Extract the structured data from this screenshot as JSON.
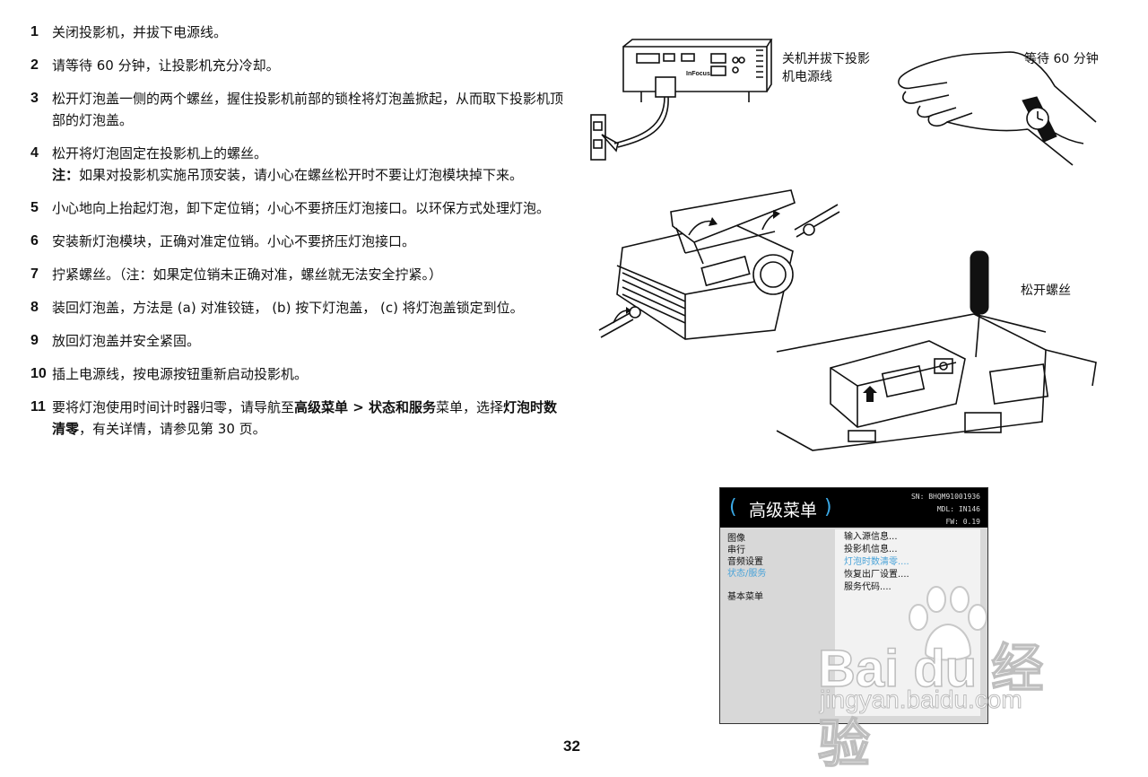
{
  "steps": [
    {
      "num": "1",
      "text": "关闭投影机，并拔下电源线。"
    },
    {
      "num": "2",
      "text": "请等待 60 分钟，让投影机充分冷却。"
    },
    {
      "num": "3",
      "text": "松开灯泡盖一侧的两个螺丝，握住投影机前部的锁栓将灯泡盖掀起，从而取下投影机顶部的灯泡盖。"
    },
    {
      "num": "4",
      "text": "松开将灯泡固定在投影机上的螺丝。",
      "note_label": "注：",
      "note": "如果对投影机实施吊顶安装，请小心在螺丝松开时不要让灯泡模块掉下来。"
    },
    {
      "num": "5",
      "text": "小心地向上抬起灯泡，卸下定位销；小心不要挤压灯泡接口。以环保方式处理灯泡。"
    },
    {
      "num": "6",
      "text": "安装新灯泡模块，正确对准定位销。小心不要挤压灯泡接口。"
    },
    {
      "num": "7",
      "text": "拧紧螺丝。（注：如果定位销未正确对准，螺丝就无法安全拧紧。）"
    },
    {
      "num": "8",
      "text": "装回灯泡盖，方法是 (a) 对准铰链， (b) 按下灯泡盖， (c) 将灯泡盖锁定到位。"
    },
    {
      "num": "9",
      "text": "放回灯泡盖并安全紧固。"
    },
    {
      "num": "10",
      "text": "插上电源线，按电源按钮重新启动投影机。"
    },
    {
      "num": "11",
      "text_a": "要将灯泡使用时间计时器归零，请导航至",
      "bold_a": "高级菜单 > 状态和服务",
      "text_b": "菜单，选择",
      "bold_b": "灯泡时数清零",
      "text_c": "，有关详情，请参见第 30 页。"
    }
  ],
  "captions": {
    "unplug": "关机并拔下投影机电源线",
    "wait": "等待 60 分钟",
    "loosen": "松开螺丝"
  },
  "brand": "InFocus",
  "menu": {
    "open": "(",
    "title": "高级菜单",
    "close": ")",
    "sn": "SN: BHQM91001936",
    "mdl": "MDL: IN146",
    "fw": "FW: 0.19",
    "left_items": [
      "图像",
      "串行",
      "音频设置",
      "状态/服务"
    ],
    "left_basic": "基本菜单",
    "right_items": [
      "输入源信息...",
      "投影机信息...",
      "灯泡时数清零....",
      "恢复出厂设置....",
      "服务代码...."
    ],
    "accent": "#4aa3d8"
  },
  "page_number": "32",
  "watermark": {
    "big": "Bai du 经验",
    "small": "jingyan.baidu.com"
  }
}
